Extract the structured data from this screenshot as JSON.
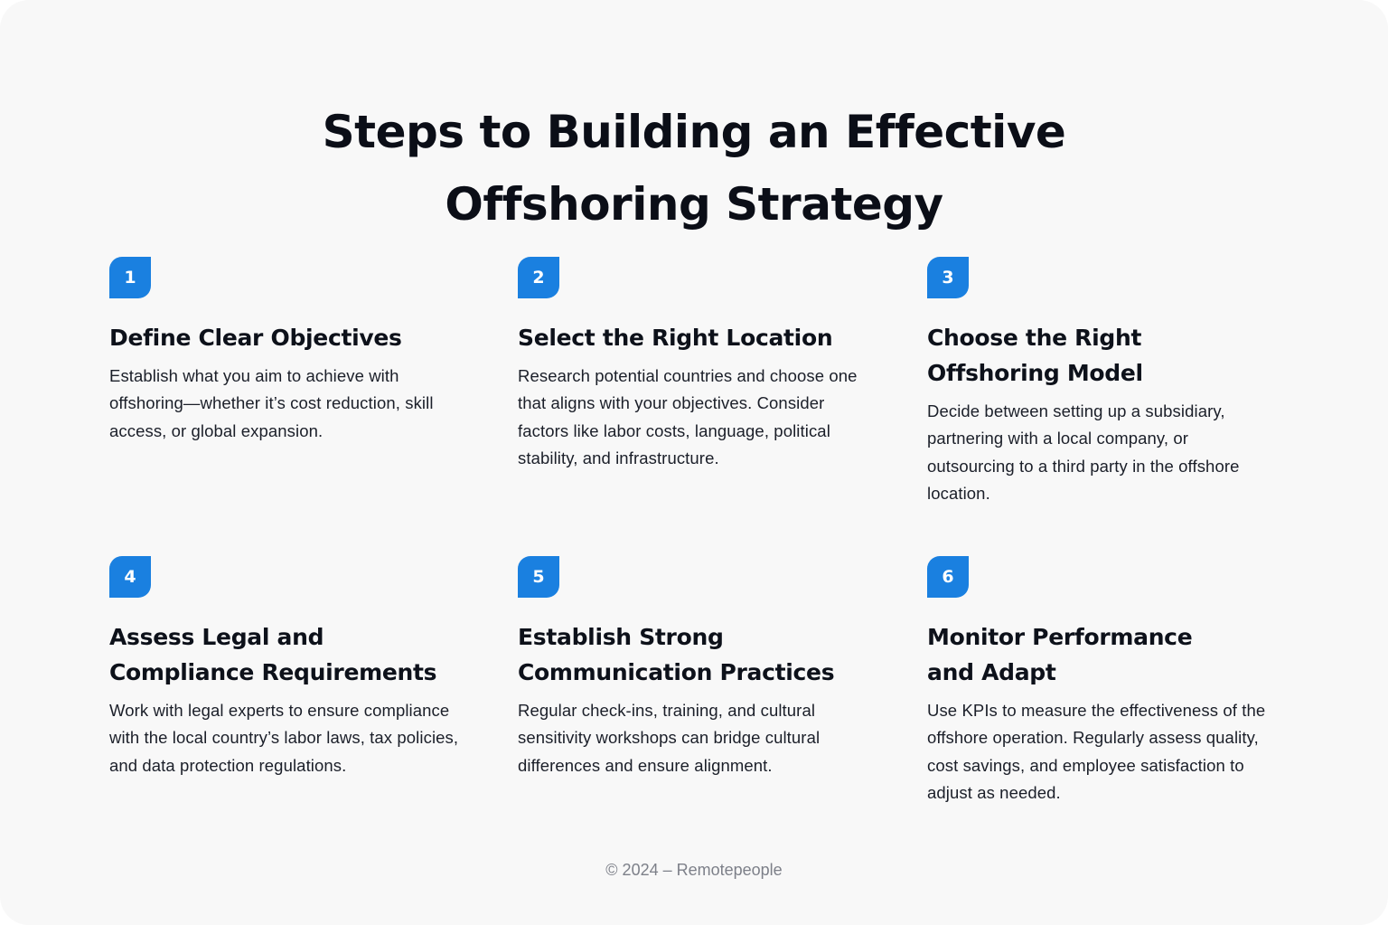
{
  "header": {
    "title_line1": "Steps to Building an Effective",
    "title_line2": "Offshoring Strategy"
  },
  "colors": {
    "accent": "#1a80e0",
    "background": "#f8f8f8",
    "text": "#0d111a",
    "muted": "#7d8089"
  },
  "steps": [
    {
      "number": "1",
      "title": "Define Clear Objectives",
      "description": "Establish what you aim to achieve with offshoring—whether it’s cost reduction, skill access, or global expansion."
    },
    {
      "number": "2",
      "title": "Select the Right Location",
      "description": "Research potential countries and choose one that aligns with your objectives. Consider factors like labor costs, language, political stability, and infrastructure."
    },
    {
      "number": "3",
      "title": "Choose the Right Offshoring Model",
      "description": "Decide between setting up a subsidiary, partnering with a local company, or outsourcing to a third party in the offshore location."
    },
    {
      "number": "4",
      "title": "Assess Legal and Compliance Requirements",
      "description": "Work with legal experts to ensure compliance with the local country’s labor laws, tax policies, and data protection regulations."
    },
    {
      "number": "5",
      "title": "Establish Strong Communication Practices",
      "description": "Regular check-ins, training, and cultural sensitivity workshops can bridge cultural differences and ensure alignment."
    },
    {
      "number": "6",
      "title": "Monitor Performance and Adapt",
      "description": "Use KPIs to measure the effectiveness of the offshore operation. Regularly assess quality, cost savings, and employee satisfaction to adjust as needed."
    }
  ],
  "footer": {
    "copyright": "© 2024 – Remotepeople"
  }
}
